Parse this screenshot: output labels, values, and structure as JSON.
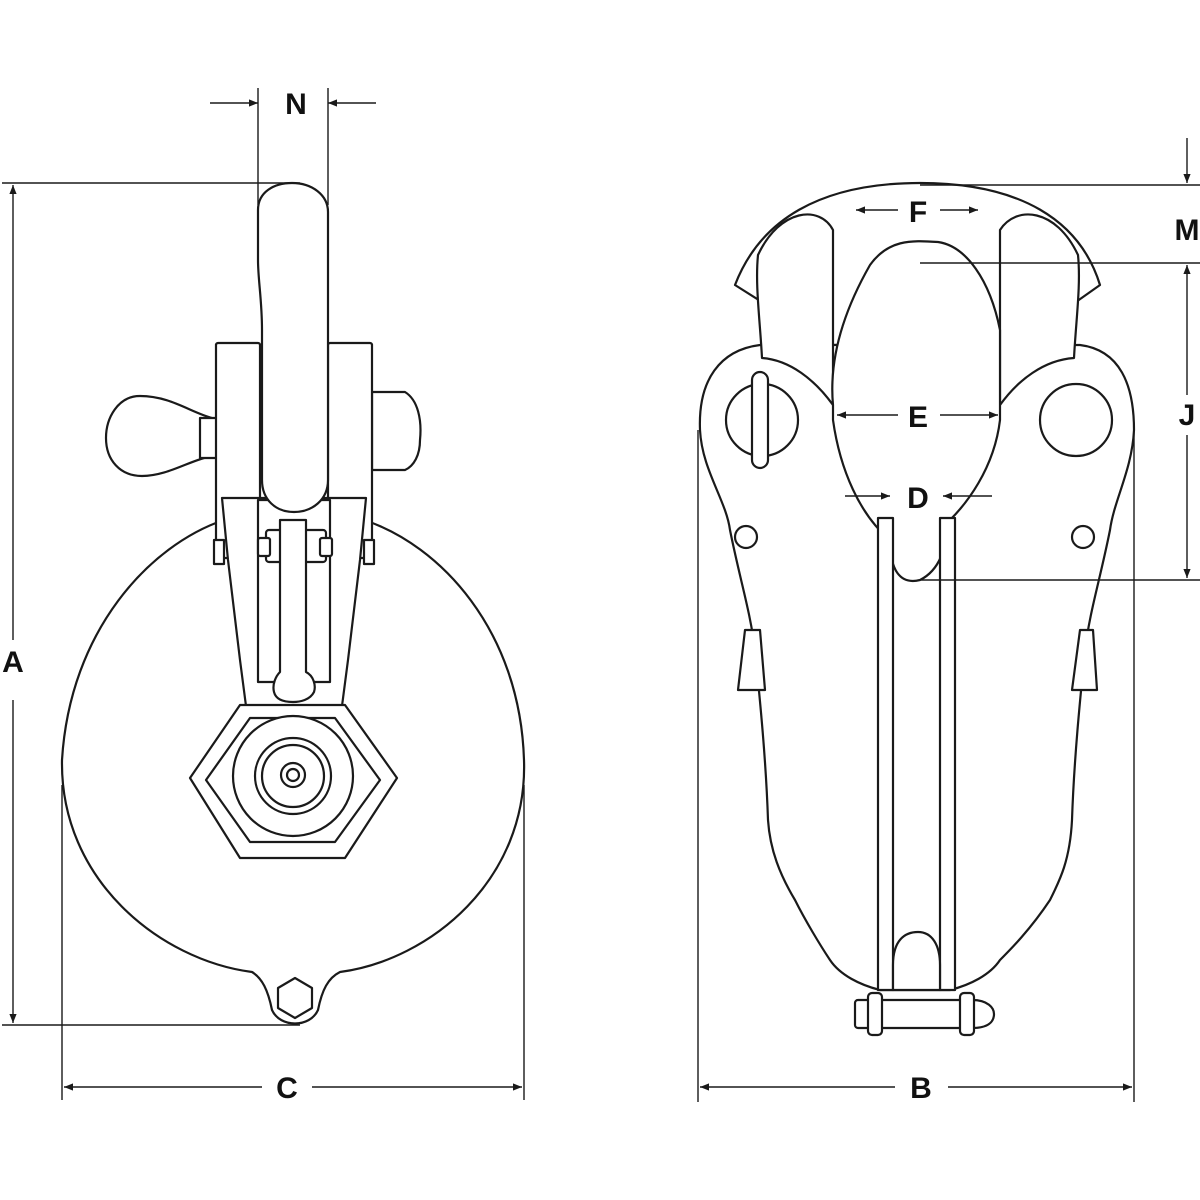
{
  "diagram": {
    "labels": {
      "N": "N",
      "A": "A",
      "C": "C",
      "M": "M",
      "J": "J",
      "F": "F",
      "E": "E",
      "D": "D",
      "B": "B"
    },
    "colors": {
      "line": "#1a1a1a",
      "background": "#ffffff"
    }
  }
}
